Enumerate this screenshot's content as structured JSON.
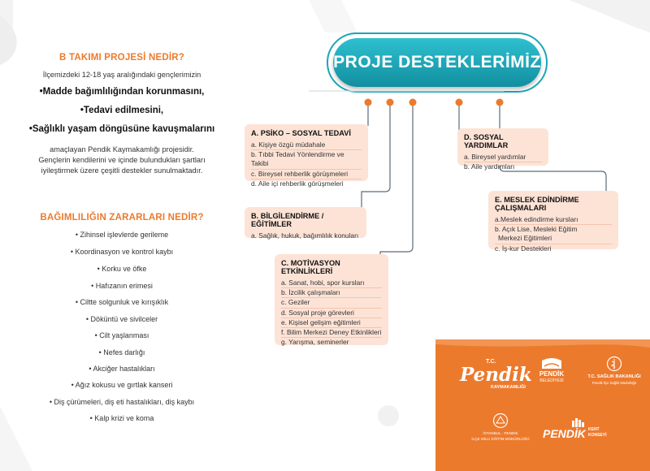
{
  "colors": {
    "accent": "#ec7a2d",
    "teal": "#1aa6b7",
    "box": "#fde3d6",
    "line": "#5a6b7a"
  },
  "left": {
    "title1": "B TAKIMI PROJESİ NEDİR?",
    "intro": "İlçemizdeki 12-18 yaş aralığındaki gençlerimizin",
    "bullets": [
      "•Madde bağımlılığından korunmasını,",
      "•Tedavi edilmesini,",
      "•Sağlıklı yaşam döngüsüne kavuşmalarını"
    ],
    "desc": [
      "amaçlayan Pendik Kaymakamlığı projesidir.",
      "Gençlerin kendilerini ve içinde bulundukları şartları",
      "iyileştirmek üzere çeşitli destekler sunulmaktadır."
    ],
    "title2": "BAĞIMLILIĞIN ZARARLARI NEDİR?",
    "harms": [
      "• Zihinsel işlevlerde gerileme",
      "• Koordinasyon ve kontrol kaybı",
      "• Korku ve öfke",
      "• Hafızanın erimesi",
      "• Ciltte solgunluk ve kırışıklık",
      "• Döküntü ve sivilceler",
      "• Cilt yaşlanması",
      "• Nefes darlığı",
      "• Akciğer hastalıkları",
      "• Ağız kokusu ve gırtlak kanseri",
      "• Diş çürümeleri, diş eti hastalıkları, diş kaybı",
      "• Kalp krizi ve koma"
    ]
  },
  "header": {
    "title": "PROJE DESTEKLERİMİZ"
  },
  "boxes": {
    "a": {
      "title": "A. PSİKO – SOSYAL TEDAVİ",
      "items": [
        "a. Kişiye özgü müdahale",
        "b. Tıbbi Tedavi Yönlendirme ve Takibi",
        "c. Bireysel rehberlik görüşmeleri",
        "d. Aile içi rehberlik görüşmeleri"
      ]
    },
    "b": {
      "title": "B. BİLGİLENDİRME / EĞİTİMLER",
      "items": [
        "a. Sağlık, hukuk, bağımlılık konuları"
      ]
    },
    "c": {
      "title": "C. MOTİVASYON ETKİNLİKLERİ",
      "items": [
        "a. Sanat, hobi, spor kursları",
        "b. İzcilik çalışmaları",
        "c. Geziler",
        "d. Sosyal proje görevleri",
        "e. Kişisel gelişim eğitimleri",
        "f. Bilim Merkezi Deney Etkinlikleri",
        "g. Yarışma, seminerler"
      ]
    },
    "d": {
      "title": "D. SOSYAL YARDIMLAR",
      "items": [
        "a. Bireysel yardımlar",
        "b. Aile yardımları"
      ]
    },
    "e": {
      "title": "E. MESLEK EDİNDİRME ÇALIŞMALARI",
      "items": [
        "a.Meslek edindirme kursları",
        "b. Açık Lise, Mesleki Eğitim",
        "Merkezi Eğitimleri",
        "c. İş-kur Destekleri"
      ]
    }
  },
  "logos": {
    "kaymakamlik_tc": "T.C.",
    "kaymakamlik_name": "Pendik",
    "kaymakamlik_sub": "KAYMAKAMLIĞI",
    "belediye_name": "PENDİK",
    "belediye_sub": "BELEDİYESİ",
    "saglik_name": "T.C. SAĞLIK BAKANLIĞI",
    "saglik_sub": "Pendik İlçe Sağlık Müdürlüğü",
    "meb_line1": "İSTANBUL - PENDİK",
    "meb_line2": "İLÇE MİLLİ EĞİTİM MÜDÜRLÜĞÜ",
    "kent_name": "PENDİK",
    "kent_sub1": "KENT",
    "kent_sub2": "KONSEYİ"
  }
}
